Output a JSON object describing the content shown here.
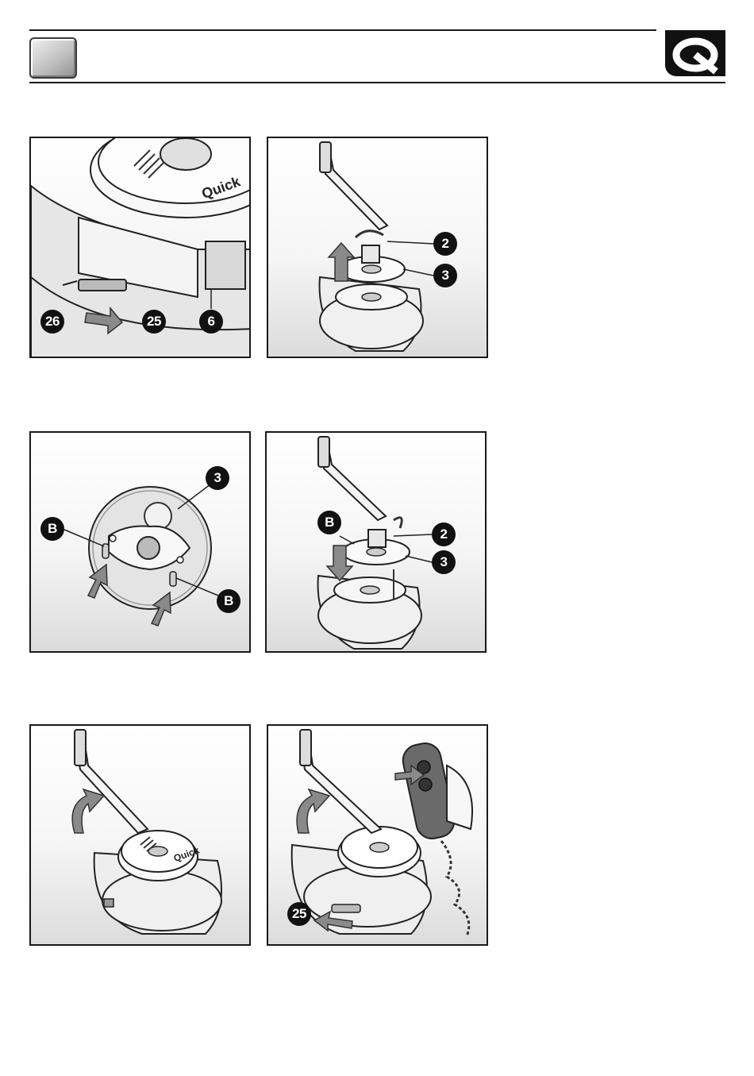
{
  "header": {
    "logo_icon": "quick-logo-icon",
    "section_marker_icon": "grey-square-tab-icon"
  },
  "figures": [
    {
      "callouts": [
        "26",
        "25",
        "6"
      ]
    },
    {
      "callouts": [
        "2",
        "3"
      ]
    },
    {
      "callouts": [
        "3",
        "B",
        "B"
      ]
    },
    {
      "callouts": [
        "B",
        "2",
        "3"
      ]
    },
    {
      "callouts": []
    },
    {
      "callouts": [
        "25"
      ]
    }
  ],
  "product_brand_text": "Quick",
  "colors": {
    "ink": "#111111",
    "panel_gradient_bottom": "#dcdcdc",
    "arrow_grey": "#8a8a8a"
  }
}
